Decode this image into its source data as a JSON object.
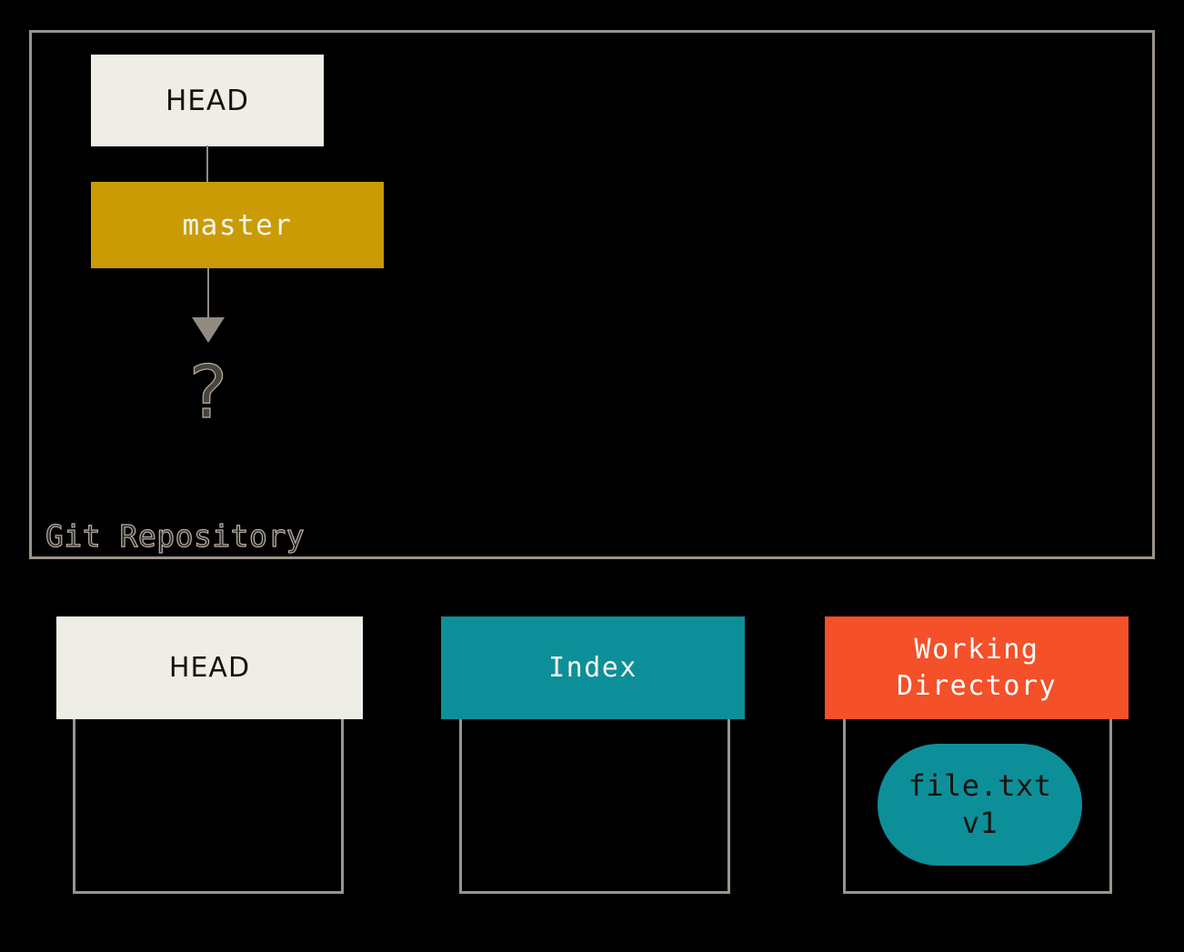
{
  "diagram": {
    "title": "Git staging areas diagram",
    "repository": {
      "label": "Git Repository",
      "head_ref": {
        "label": "HEAD",
        "color": "#eeeee7"
      },
      "branch_ref": {
        "label": "master",
        "color": "#ca9b04"
      },
      "commit_placeholder": {
        "label": "?",
        "color": "#4b443d"
      }
    },
    "areas": [
      {
        "name": "head",
        "header_label": "HEAD",
        "header_color": "#eeeee7",
        "header_text_color": "#16130f",
        "items": []
      },
      {
        "name": "index",
        "header_label": "Index",
        "header_color": "#0d8f99",
        "header_text_color": "#f4f3ee",
        "items": []
      },
      {
        "name": "working-directory",
        "header_label_line1": "Working",
        "header_label_line2": "Directory",
        "header_color": "#f4502a",
        "header_text_color": "#ffffff",
        "items": [
          {
            "filename": "file.txt",
            "version": "v1",
            "color": "#0d8f99"
          }
        ]
      }
    ],
    "colors": {
      "background": "#000000",
      "border": "#9b948b",
      "connector": "#928b82",
      "cream": "#eeeee7",
      "gold": "#ca9b04",
      "teal": "#0d8f99",
      "orange": "#f4502a"
    }
  }
}
